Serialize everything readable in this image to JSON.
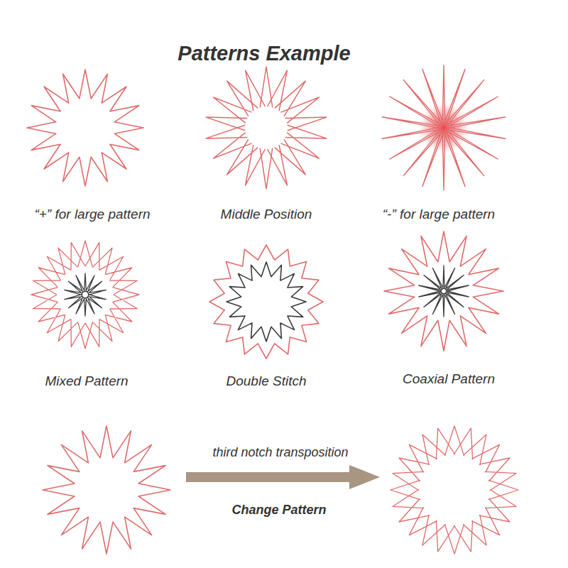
{
  "diagram": {
    "title": "Patterns Example",
    "labels": [
      "“+” for large pattern",
      "Middle Position",
      "“-” for large pattern",
      "Mixed Pattern",
      "Double Stitch",
      "Coaxial Pattern",
      "third notch transposition",
      "Change Pattern"
    ]
  }
}
